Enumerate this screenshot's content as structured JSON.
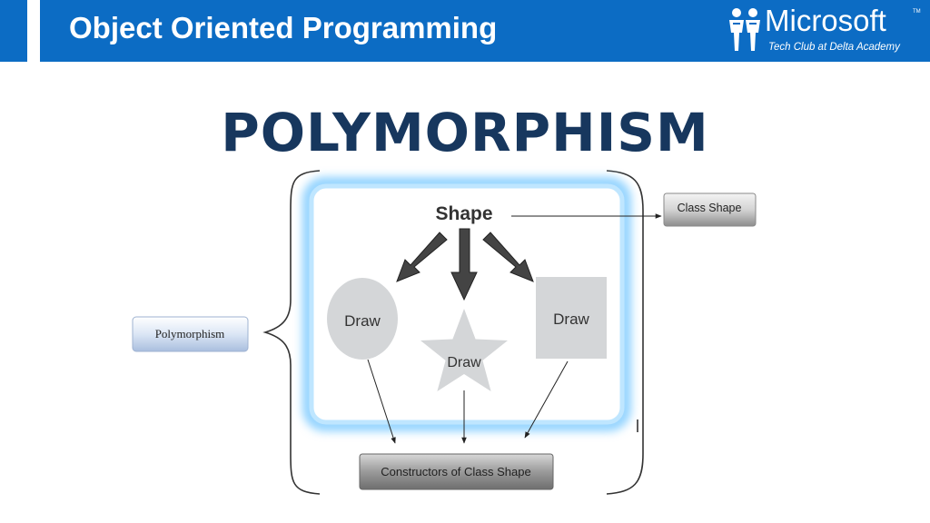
{
  "header": {
    "title": "Object Oriented Programming",
    "logo_brand": "Microsoft",
    "logo_tm": "TM",
    "logo_tagline": "Tech Club at Delta Academy",
    "colors": {
      "bar": "#0c6cc4",
      "text": "#ffffff"
    }
  },
  "page_title": "POLYMORPHISM",
  "diagram": {
    "root_label": "Shape",
    "circle_label": "Draw",
    "star_label": "Draw",
    "square_label": "Draw",
    "class_box_label": "Class Shape",
    "polymorphism_box_label": "Polymorphism",
    "constructors_box_label": "Constructors of Class Shape",
    "colors": {
      "shape_fill": "#d4d6d8",
      "glow": "#8fd2ff",
      "title": "#17375e"
    }
  }
}
